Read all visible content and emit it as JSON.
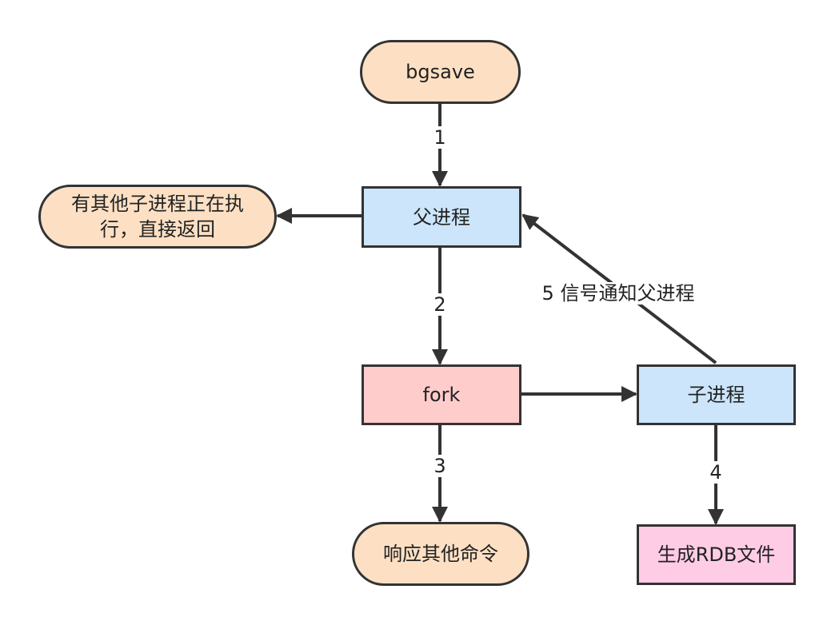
{
  "colors": {
    "stroke": "#333333",
    "terminal_fill": "#fde0c4",
    "process_fill": "#cce5fb",
    "fork_fill": "#ffcccc",
    "rdb_fill": "#ffcce6"
  },
  "nodes": {
    "bgsave": "bgsave",
    "other_child": "有其他子进程正在执行，直接返回",
    "parent": "父进程",
    "fork": "fork",
    "child": "子进程",
    "respond": "响应其他命令",
    "rdb": "生成RDB文件"
  },
  "edges": {
    "step1": "1",
    "step2": "2",
    "step3": "3",
    "step4": "4",
    "step5": "5 信号通知父进程"
  }
}
